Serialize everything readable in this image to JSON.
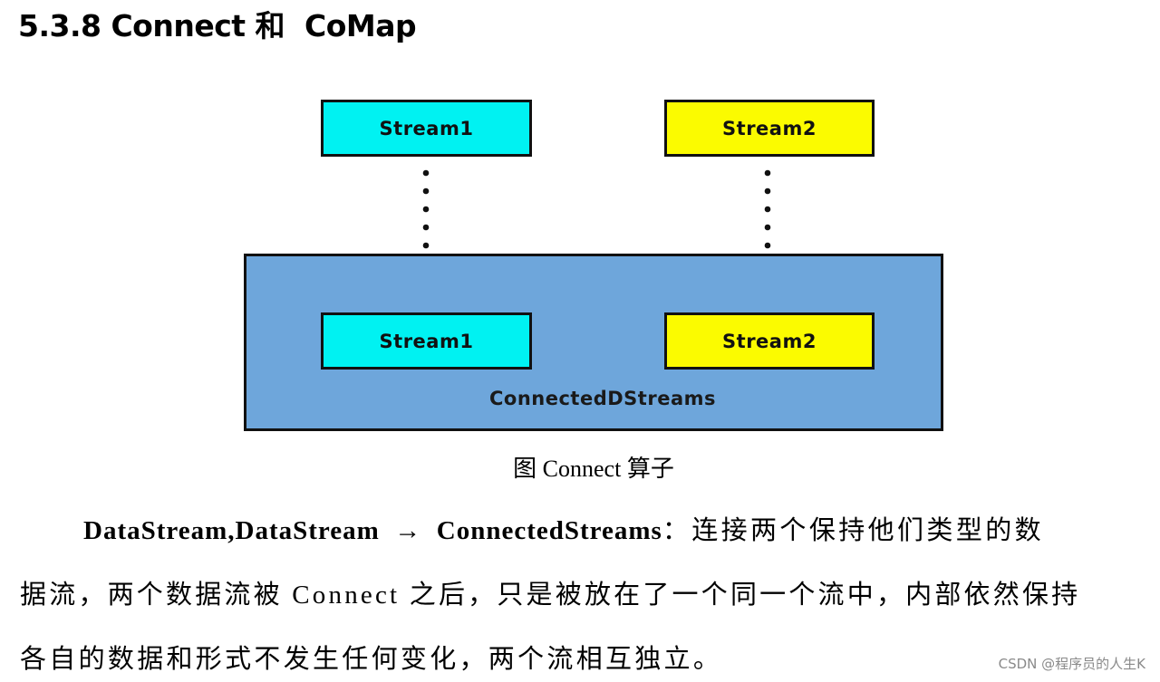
{
  "heading": "5.3.8 Connect 和  CoMap",
  "diagram": {
    "source_streams": [
      {
        "label": "Stream1",
        "color": "#00f2f2"
      },
      {
        "label": "Stream2",
        "color": "#fbfb00"
      }
    ],
    "container": {
      "label": "ConnectedDStreams",
      "color": "#6ea6db",
      "inner_streams": [
        {
          "label": "Stream1",
          "color": "#00f2f2"
        },
        {
          "label": "Stream2",
          "color": "#fbfb00"
        }
      ]
    },
    "arrow_style": "dotted"
  },
  "caption": "图  Connect 算子",
  "paragraph": {
    "term": "DataStream,DataStream  →  ConnectedStreams",
    "lines": [
      "：连接两个保持他们类型的数",
      "据流，两个数据流被 Connect 之后，只是被放在了一个同一个流中，内部依然保持",
      "各自的数据和形式不发生任何变化，两个流相互独立。"
    ]
  },
  "watermark": "CSDN @程序员的人生K"
}
